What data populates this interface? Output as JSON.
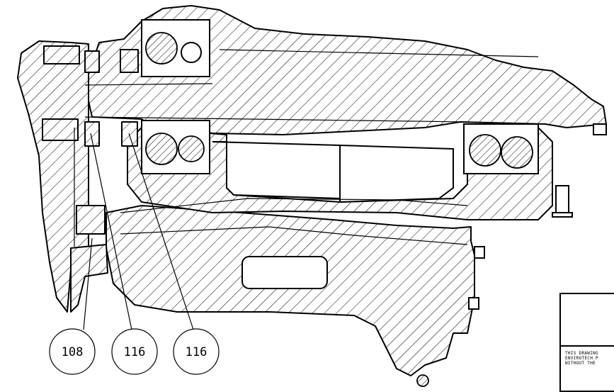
{
  "balloons": [
    {
      "label": "108"
    },
    {
      "label": "116"
    },
    {
      "label": "116"
    }
  ],
  "title_block": {
    "note_lines": [
      "THIS DRAWING",
      "ENVIROTECH P",
      "WITHOUT THE"
    ]
  }
}
